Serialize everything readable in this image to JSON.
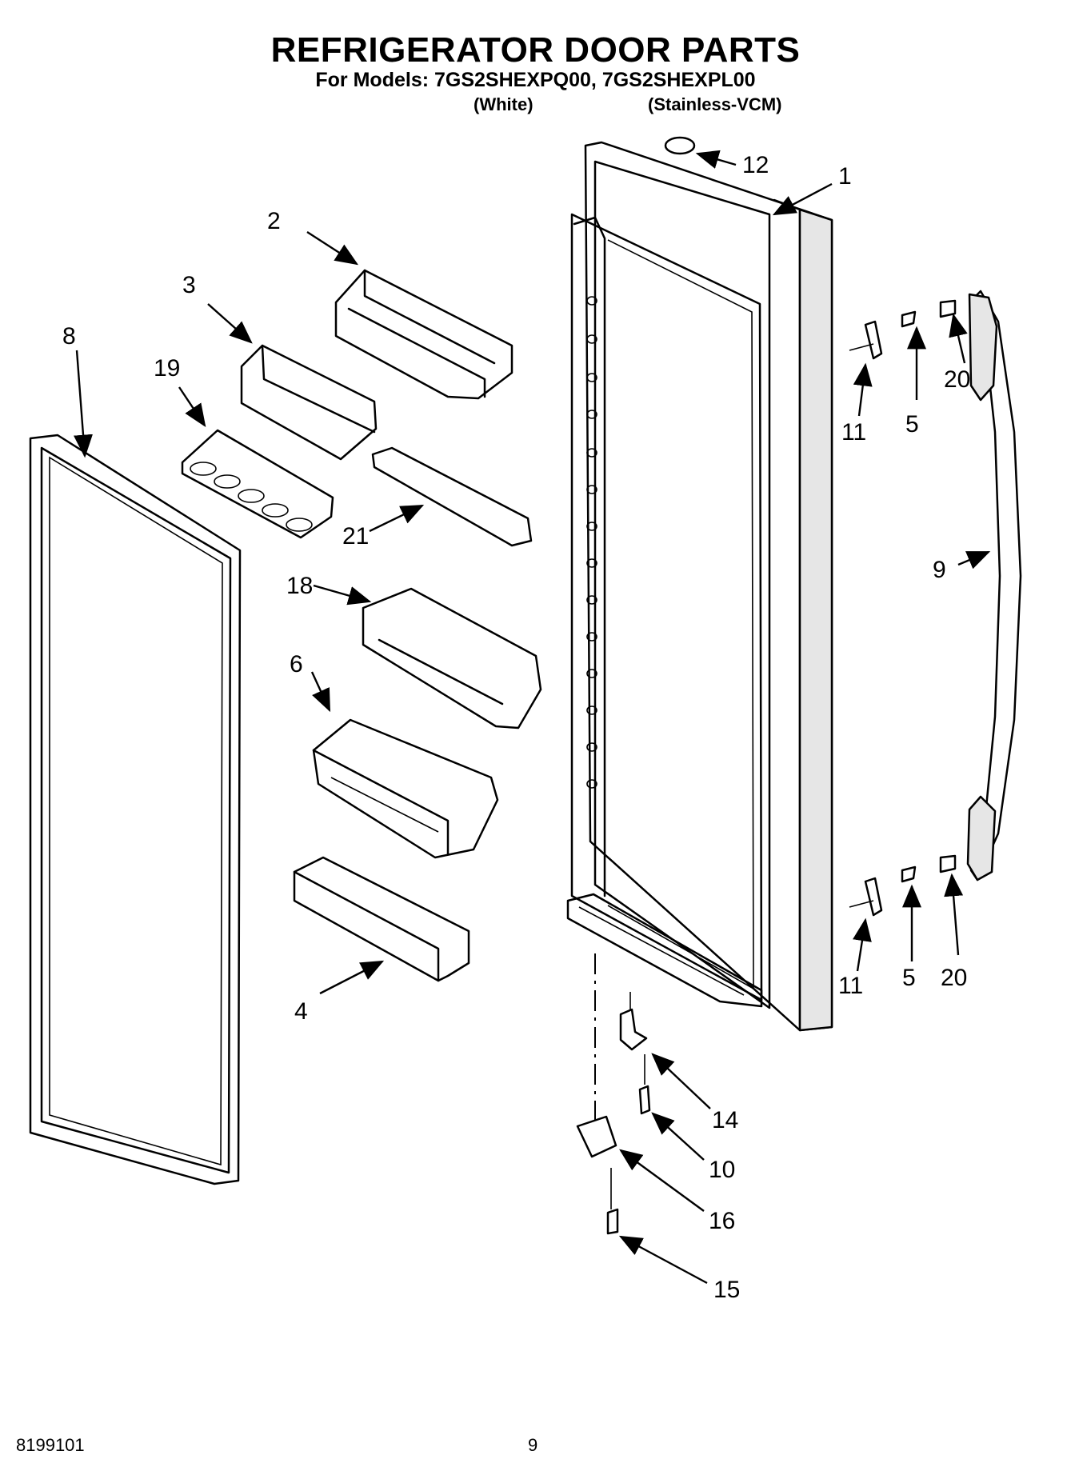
{
  "header": {
    "title": "REFRIGERATOR DOOR PARTS",
    "subtitle": "For Models: 7GS2SHEXPQ00, 7GS2SHEXPL00",
    "variant_white": "(White)",
    "variant_stainless": "(Stainless-VCM)"
  },
  "footer": {
    "doc_number": "8199101",
    "page_number": "9"
  },
  "callouts": {
    "c1": "1",
    "c2": "2",
    "c3": "3",
    "c4": "4",
    "c5a": "5",
    "c5b": "5",
    "c6": "6",
    "c8": "8",
    "c9": "9",
    "c10": "10",
    "c11a": "11",
    "c11b": "11",
    "c12": "12",
    "c14": "14",
    "c15": "15",
    "c16": "16",
    "c18": "18",
    "c19": "19",
    "c20a": "20",
    "c20b": "20",
    "c21": "21"
  }
}
